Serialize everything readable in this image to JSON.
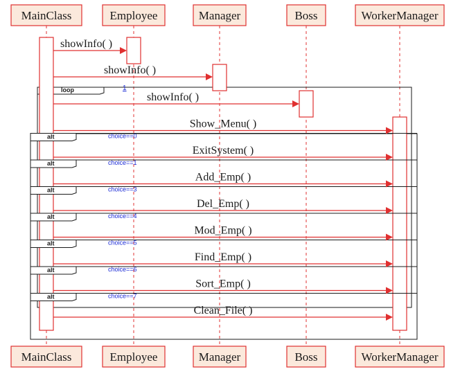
{
  "actors": [
    {
      "name": "MainClass"
    },
    {
      "name": "Employee"
    },
    {
      "name": "Manager"
    },
    {
      "name": "Boss"
    },
    {
      "name": "WorkerManager"
    }
  ],
  "loop": {
    "operator": "loop",
    "count": "1"
  },
  "calls": [
    {
      "label": "showInfo( )",
      "to": "Employee"
    },
    {
      "label": "showInfo( )",
      "to": "Manager"
    },
    {
      "label": "showInfo( )",
      "to": "Boss"
    }
  ],
  "alt_operator": "alt",
  "menu_messages": [
    {
      "label": "Show_Menu( )",
      "guard": "choice==0"
    },
    {
      "label": "ExitSystem( )",
      "guard": "choice==1"
    },
    {
      "label": "Add_Emp( )",
      "guard": "choice==3"
    },
    {
      "label": "Del_Emp( )",
      "guard": "choice==4"
    },
    {
      "label": "Mod_Emp( )",
      "guard": "choice==5"
    },
    {
      "label": "Find_Emp( )",
      "guard": "choice==6"
    },
    {
      "label": "Sort_Emp( )",
      "guard": "choice==7"
    },
    {
      "label": "Clean_File( )",
      "guard": ""
    }
  ],
  "colors": {
    "line": "#e03030",
    "actor_fill": "#fbe9dc",
    "guard_text": "#1a2ad6",
    "frame": "#1a1a1a"
  }
}
